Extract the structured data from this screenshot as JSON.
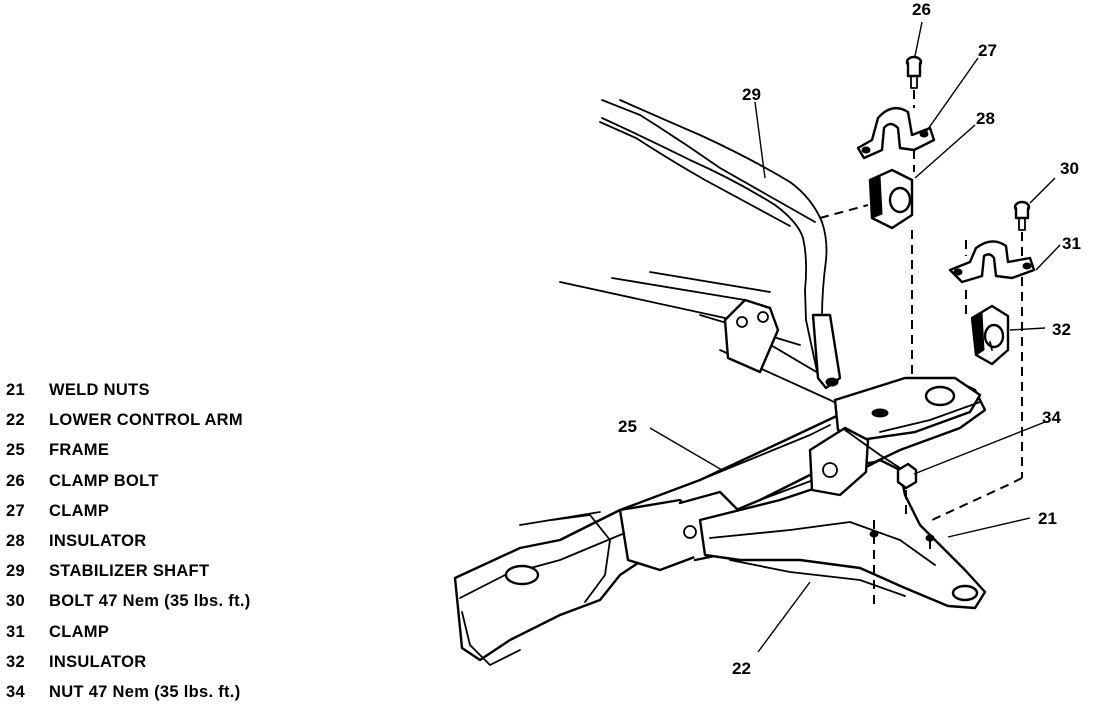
{
  "legend": [
    {
      "num": "21",
      "label": "WELD NUTS"
    },
    {
      "num": "22",
      "label": "LOWER CONTROL ARM"
    },
    {
      "num": "25",
      "label": "FRAME"
    },
    {
      "num": "26",
      "label": "CLAMP BOLT"
    },
    {
      "num": "27",
      "label": "CLAMP"
    },
    {
      "num": "28",
      "label": "INSULATOR"
    },
    {
      "num": "29",
      "label": "STABILIZER SHAFT"
    },
    {
      "num": "30",
      "label": "BOLT    47 Nem (35 lbs. ft.)"
    },
    {
      "num": "31",
      "label": "CLAMP"
    },
    {
      "num": "32",
      "label": "INSULATOR"
    },
    {
      "num": "34",
      "label": "NUT   47 Nem (35 lbs. ft.)"
    }
  ],
  "callouts": {
    "c26": "26",
    "c27": "27",
    "c28": "28",
    "c29": "29",
    "c30": "30",
    "c31": "31",
    "c32": "32",
    "c34": "34",
    "c25": "25",
    "c21": "21",
    "c22": "22"
  }
}
